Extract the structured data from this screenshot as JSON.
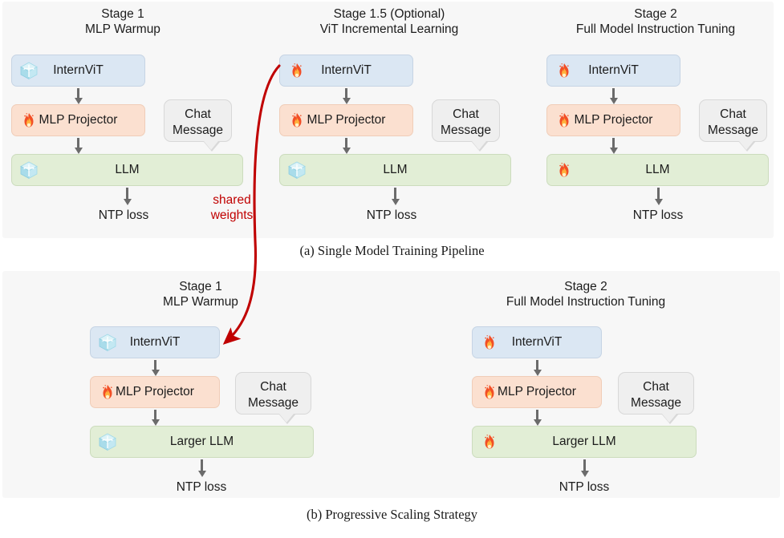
{
  "figure": {
    "panels": [
      {
        "id": "a",
        "caption": "(a) Single Model Training Pipeline",
        "stages": [
          {
            "id": "stage-1",
            "title_line1": "Stage 1",
            "title_line2": "MLP Warmup",
            "modules": [
              {
                "id": "internvit",
                "label": "InternViT",
                "state": "frozen",
                "icon": "ice-cube-icon"
              },
              {
                "id": "mlp",
                "label": "MLP Projector",
                "state": "trainable",
                "icon": "flame-icon"
              },
              {
                "id": "llm",
                "label": "LLM",
                "state": "frozen",
                "icon": "ice-cube-icon"
              }
            ],
            "chat_bubble_line1": "Chat",
            "chat_bubble_line2": "Message",
            "loss_label": "NTP loss"
          },
          {
            "id": "stage-1-5",
            "title_line1": "Stage 1.5 (Optional)",
            "title_line2": "ViT Incremental Learning",
            "modules": [
              {
                "id": "internvit",
                "label": "InternViT",
                "state": "trainable",
                "icon": "flame-icon"
              },
              {
                "id": "mlp",
                "label": "MLP Projector",
                "state": "trainable",
                "icon": "flame-icon"
              },
              {
                "id": "llm",
                "label": "LLM",
                "state": "frozen",
                "icon": "ice-cube-icon"
              }
            ],
            "chat_bubble_line1": "Chat",
            "chat_bubble_line2": "Message",
            "loss_label": "NTP loss"
          },
          {
            "id": "stage-2",
            "title_line1": "Stage 2",
            "title_line2": "Full Model Instruction Tuning",
            "modules": [
              {
                "id": "internvit",
                "label": "InternViT",
                "state": "trainable",
                "icon": "flame-icon"
              },
              {
                "id": "mlp",
                "label": "MLP Projector",
                "state": "trainable",
                "icon": "flame-icon"
              },
              {
                "id": "llm",
                "label": "LLM",
                "state": "trainable",
                "icon": "flame-icon"
              }
            ],
            "chat_bubble_line1": "Chat",
            "chat_bubble_line2": "Message",
            "loss_label": "NTP loss"
          }
        ]
      },
      {
        "id": "b",
        "caption": "(b) Progressive Scaling Strategy",
        "stages": [
          {
            "id": "stage-1",
            "title_line1": "Stage 1",
            "title_line2": "MLP Warmup",
            "modules": [
              {
                "id": "internvit",
                "label": "InternViT",
                "state": "frozen",
                "icon": "ice-cube-icon"
              },
              {
                "id": "mlp",
                "label": "MLP Projector",
                "state": "trainable",
                "icon": "flame-icon"
              },
              {
                "id": "llm",
                "label": "Larger LLM",
                "state": "frozen",
                "icon": "ice-cube-icon"
              }
            ],
            "chat_bubble_line1": "Chat",
            "chat_bubble_line2": "Message",
            "loss_label": "NTP loss"
          },
          {
            "id": "stage-2",
            "title_line1": "Stage 2",
            "title_line2": "Full Model Instruction Tuning",
            "modules": [
              {
                "id": "internvit",
                "label": "InternViT",
                "state": "trainable",
                "icon": "flame-icon"
              },
              {
                "id": "mlp",
                "label": "MLP Projector",
                "state": "trainable",
                "icon": "flame-icon"
              },
              {
                "id": "llm",
                "label": "Larger LLM",
                "state": "trainable",
                "icon": "flame-icon"
              }
            ],
            "chat_bubble_line1": "Chat",
            "chat_bubble_line2": "Message",
            "loss_label": "NTP loss"
          }
        ]
      }
    ],
    "annotations": {
      "shared_weights_line1": "shared",
      "shared_weights_line2": "weights"
    },
    "colors": {
      "panel_background": "#f7f7f7",
      "vit_box": "#dbe7f3",
      "mlp_box": "#fbe0d0",
      "llm_box": "#e2eed6",
      "bubble": "#efefef",
      "arrow_gray": "#6b6b6b",
      "annotation_red": "#c00000",
      "text": "#1c1c1c"
    }
  }
}
